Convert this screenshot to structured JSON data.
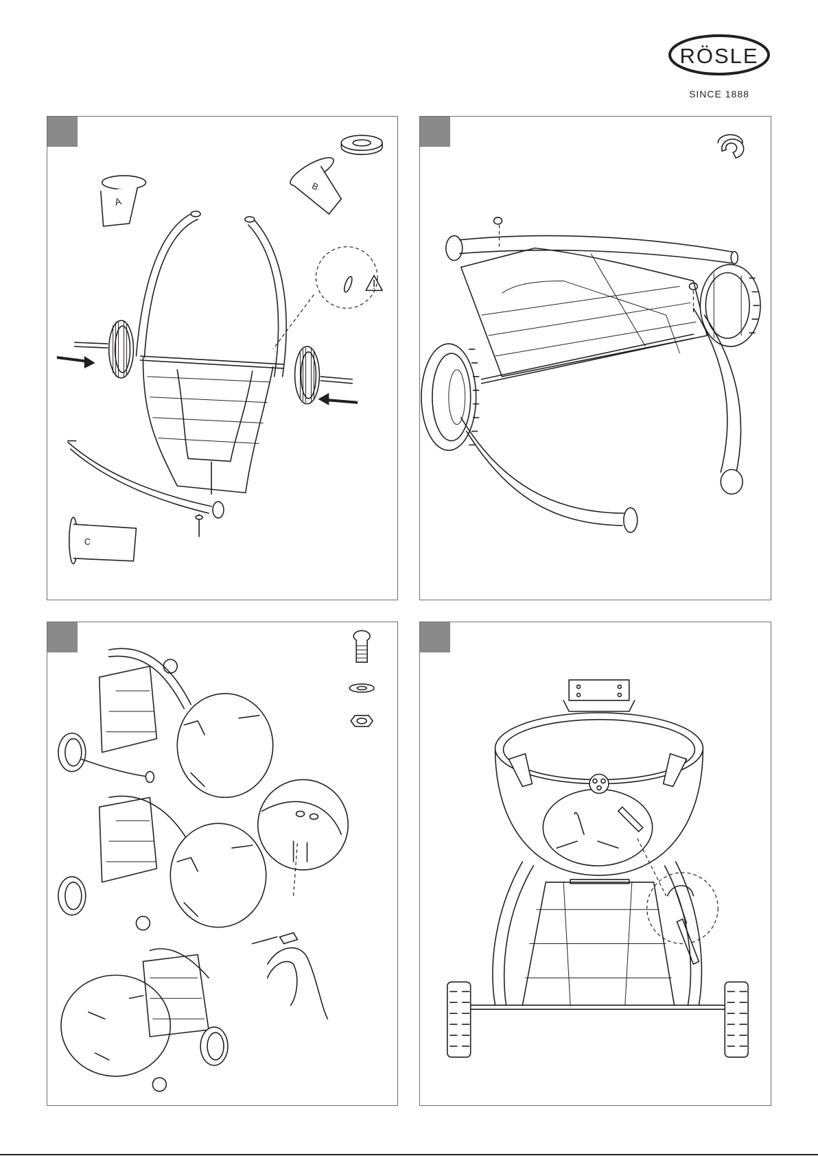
{
  "brand": {
    "name": "RÖSLE",
    "since": "SINCE 1888"
  },
  "panels": [
    {
      "label": "",
      "parts": [
        "A",
        "B",
        "C"
      ]
    },
    {
      "label": ""
    },
    {
      "label": ""
    },
    {
      "label": ""
    }
  ]
}
